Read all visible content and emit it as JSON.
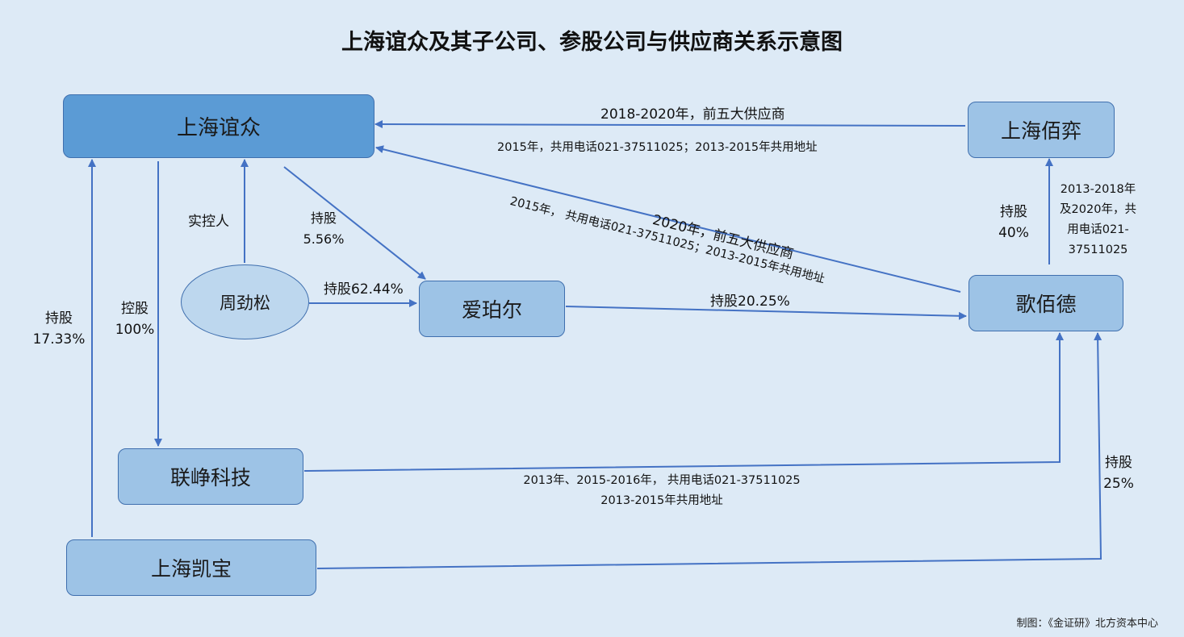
{
  "title": "上海谊众及其子公司、参股公司与供应商关系示意图",
  "nodes": {
    "shanghai_yizhong": "上海谊众",
    "shanghai_baiyi": "上海佰弈",
    "zhou_jinsong": "周劲松",
    "aipoer": "爱珀尔",
    "gebaide": "歌佰德",
    "lianzheng": "联峥科技",
    "shanghai_kaibao": "上海凯宝"
  },
  "edges": {
    "baiyi_to_yizhong": "2018-2020年，前五大供应商",
    "baiyi_to_yizhong_note": "2015年，共用电话021-37511025；2013-2015年共用地址",
    "gebaide_to_yizhong": "2020年，前五大供应商",
    "gebaide_to_yizhong_note": "2015年，  共用电话021-37511025；2013-2015年共用地址",
    "zhou_control_1": "实控人",
    "yizhong_aipoer_1": "持股",
    "yizhong_aipoer_2": "5.56%",
    "zhou_aipoer": "持股62.44%",
    "aipoer_gebaide": "持股20.25%",
    "gebaide_baiyi_share_1": "持股",
    "gebaide_baiyi_share_2": "40%",
    "gebaide_baiyi_note_1": "2013-2018年",
    "gebaide_baiyi_note_2": "及2020年，共",
    "gebaide_baiyi_note_3": "用电话021-",
    "gebaide_baiyi_note_4": "37511025",
    "yizhong_lianzheng_1": "控股",
    "yizhong_lianzheng_2": "100%",
    "kaibao_yizhong_1": "持股",
    "kaibao_yizhong_2": "17.33%",
    "lianzheng_gebaide_1": "2013年、2015-2016年，  共用电话021-37511025",
    "lianzheng_gebaide_2": "2013-2015年共用地址",
    "kaibao_gebaide_1": "持股",
    "kaibao_gebaide_2": "25%"
  },
  "credit": "制图：《金证研》北方资本中心",
  "colors": {
    "line": "#4472c4",
    "main_box": "#5b9bd5",
    "box": "#9dc3e6",
    "ellipse": "#bdd7ee",
    "background": "#ddeaf6"
  }
}
